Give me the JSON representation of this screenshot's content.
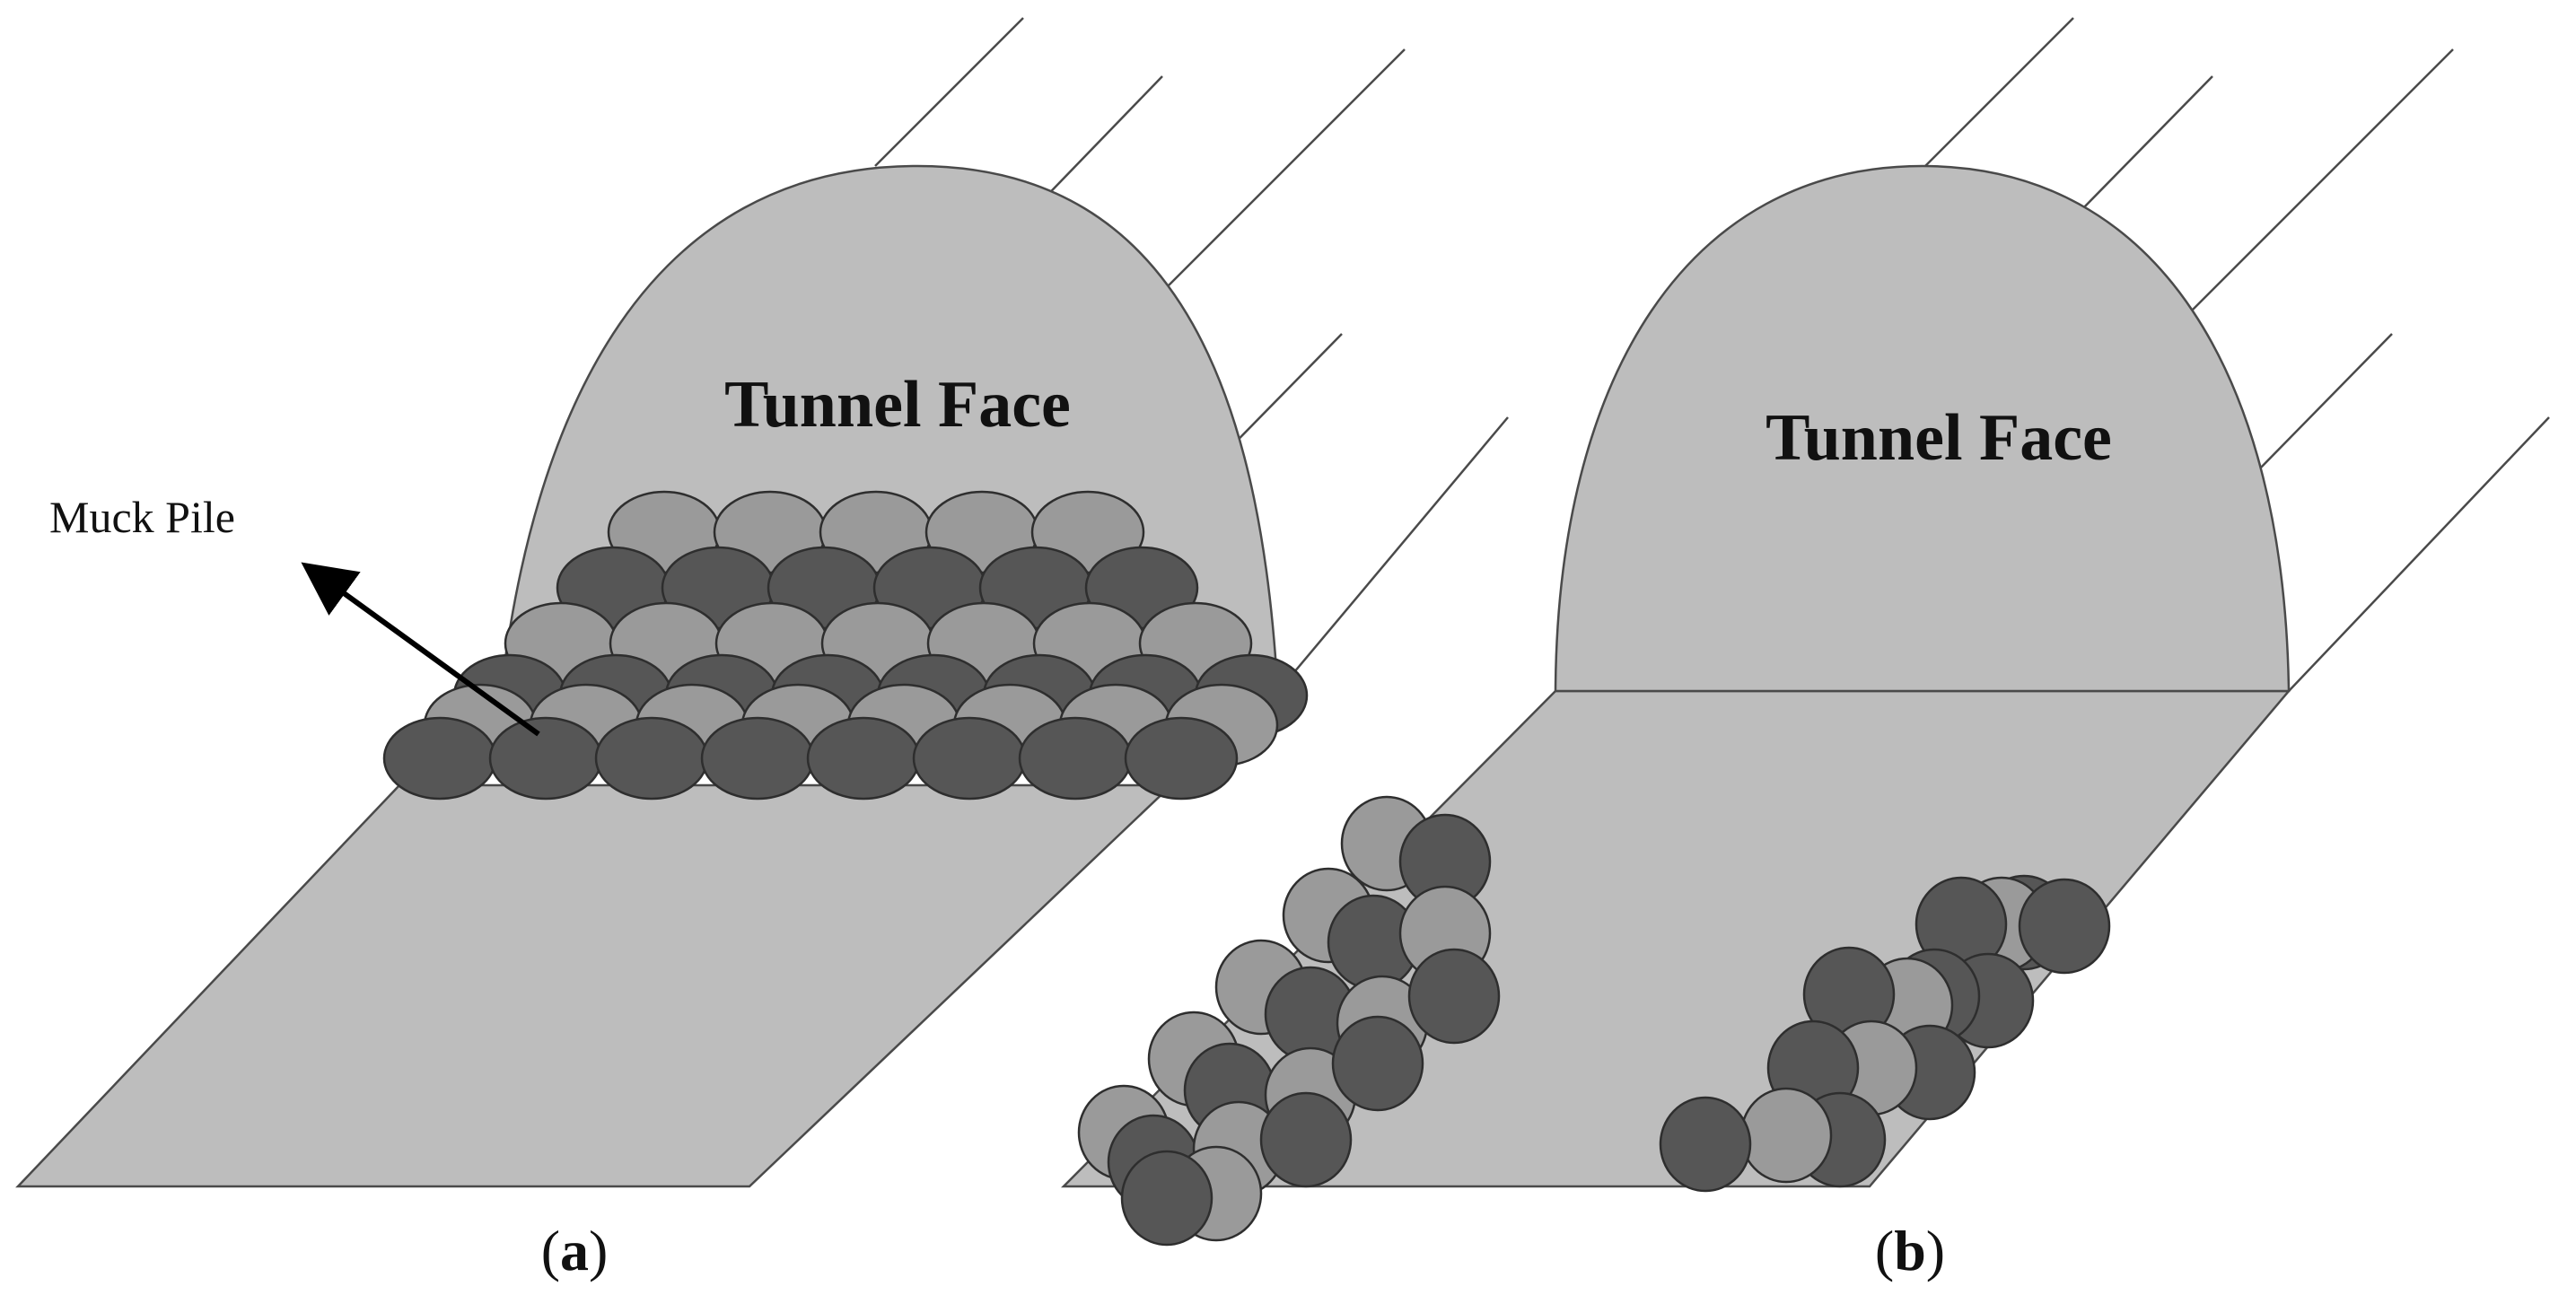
{
  "panels": [
    {
      "id": "a",
      "face_label": "Tunnel Face",
      "pile_label": "Muck Pile",
      "caption_open": "(",
      "caption_letter": "a",
      "caption_close": ")"
    },
    {
      "id": "b",
      "face_label": "Tunnel Face",
      "caption_open": "(",
      "caption_letter": "b",
      "caption_close": ")"
    }
  ],
  "colors": {
    "tunnel_fill": "#bdbdbd",
    "tunnel_stroke": "#4a4a4a",
    "rock_light": "#9a9a9a",
    "rock_dark": "#565656",
    "arrow": "#000000"
  }
}
